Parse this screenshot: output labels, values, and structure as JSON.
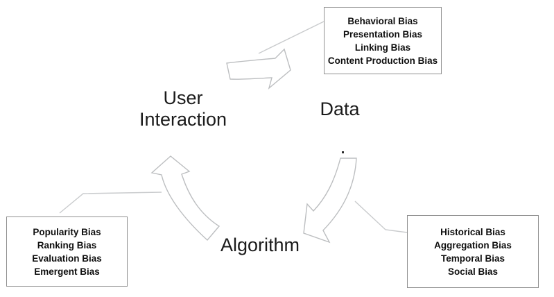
{
  "labels": {
    "user_interaction": "User\nInteraction",
    "data": "Data",
    "algorithm": "Algorithm"
  },
  "boxes": {
    "top_right": {
      "lines": [
        "Behavioral Bias",
        "Presentation Bias",
        "Linking Bias",
        "Content Production Bias"
      ]
    },
    "bottom_left": {
      "lines": [
        "Popularity Bias",
        "Ranking Bias",
        "Evaluation Bias",
        "Emergent Bias"
      ]
    },
    "bottom_right": {
      "lines": [
        "Historical Bias",
        "Aggregation Bias",
        "Temporal Bias",
        "Social Bias"
      ]
    }
  },
  "colors": {
    "box_border": "#8f8f8f",
    "arrow_outline": "#bcbec0",
    "connector_line": "#c9cbcd",
    "text": "#0f0f0f"
  }
}
